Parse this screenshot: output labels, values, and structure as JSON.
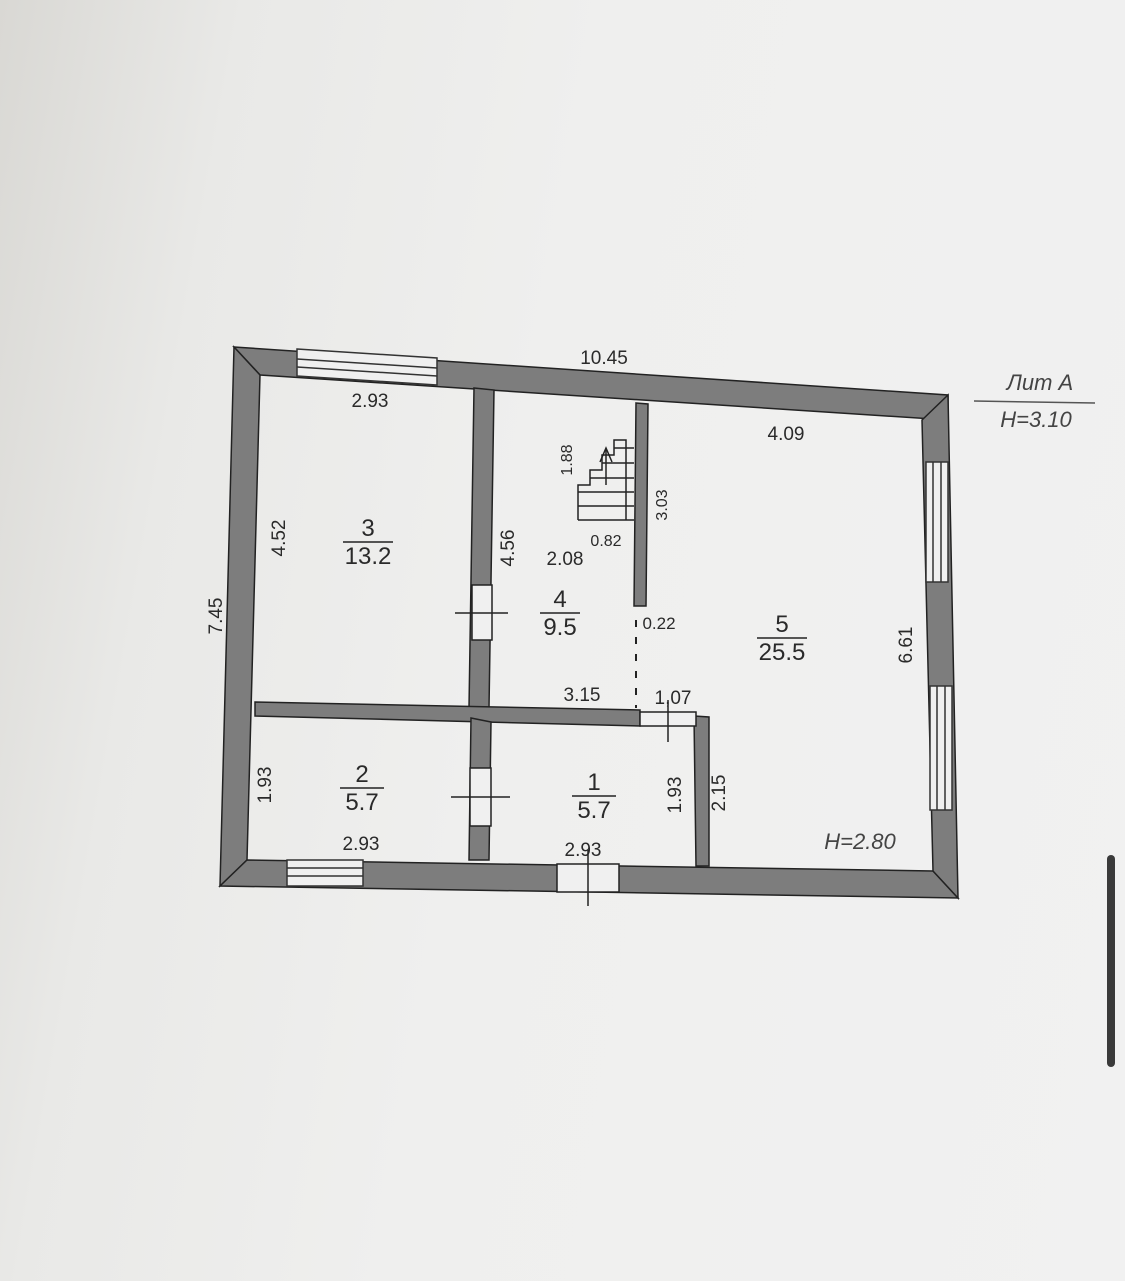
{
  "plan": {
    "overall_width": "10.45",
    "overall_depth": "7.45",
    "lit_label": "Лит А",
    "lit_height": "H=3.10",
    "room_height": "H=2.80",
    "rooms": [
      {
        "num": "1",
        "area": "5.7"
      },
      {
        "num": "2",
        "area": "5.7"
      },
      {
        "num": "3",
        "area": "13.2"
      },
      {
        "num": "4",
        "area": "9.5"
      },
      {
        "num": "5",
        "area": "25.5"
      }
    ],
    "dims": {
      "r3_top": "2.93",
      "r3_side": "4.52",
      "r4_side": "4.56",
      "r4_width": "2.08",
      "r4_bottom": "3.15",
      "stair_len": "1.88",
      "stair_w": "0.82",
      "wall_len": "3.03",
      "gap": "0.22",
      "gap_bottom": "1,07",
      "r5_top": "4.09",
      "r5_side": "6.61",
      "r2_side": "1.93",
      "r2_bottom": "2.93",
      "r1_bottom": "2.93",
      "r1_side": "1.93",
      "r1_side2": "2.15"
    }
  }
}
